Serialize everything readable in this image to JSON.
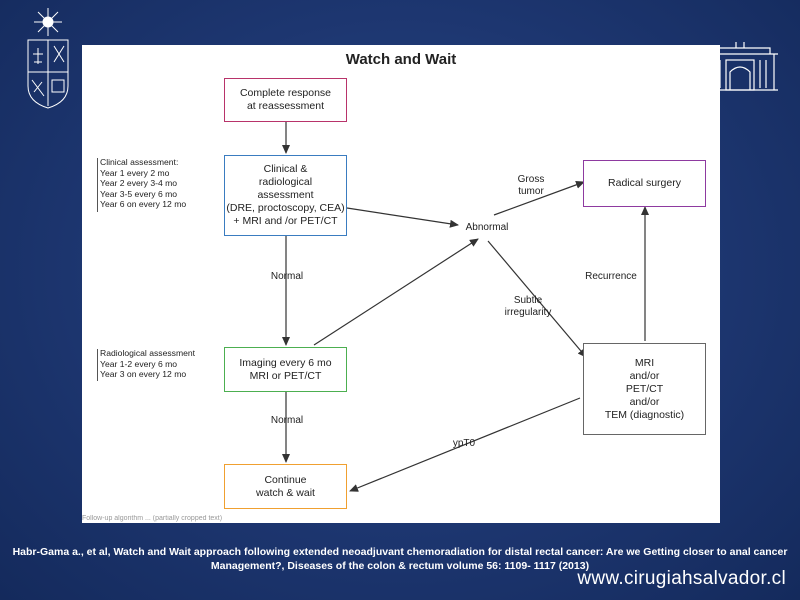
{
  "slide": {
    "title": "Watch and Wait",
    "footnote": "Follow-up algorithm ... (partially cropped text)"
  },
  "diagram": {
    "boxes": {
      "complete_response": "Complete response\nat reassessment",
      "clinical": "Clinical &\nradiological\nassessment\n(DRE, proctoscopy, CEA)\n+ MRI and /or PET/CT",
      "imaging": "Imaging every 6 mo\nMRI or PET/CT",
      "continue": "Continue\nwatch & wait",
      "radical": "Radical surgery",
      "mri": "MRI\nand/or\nPET/CT\nand/or\nTEM (diagnostic)"
    },
    "labels": {
      "normal1": "Normal",
      "normal2": "Normal",
      "abnormal": "Abnormal",
      "gross": "Gross\ntumor",
      "subtle": "Subtle\nirregularity",
      "recurrence": "Recurrence",
      "ypt0": "ypT0"
    },
    "side_notes": {
      "clinical": "Clinical assessment:\nYear 1 every 2 mo\nYear 2 every 3-4 mo\nYear 3-5 every 6 mo\nYear 6 on every 12 mo",
      "radiological": "Radiological assessment\nYear 1-2 every 6 mo\nYear 3 on every 12 mo"
    },
    "colors": {
      "complete_response": "#b8336a",
      "clinical": "#3a7cc0",
      "imaging": "#4caf50",
      "continue": "#f0a030",
      "radical": "#8e3aa0",
      "mri": "#666666"
    }
  },
  "citation": "Habr-Gama a., et al, Watch and Wait approach following extended neoadjuvant chemoradiation for distal rectal cancer: Are we Getting closer to anal cancer\nManagement?, Diseases of the colon & rectum volume 56: 1109-  1117  (2013)",
  "website": "www.cirugiahsalvador.cl"
}
